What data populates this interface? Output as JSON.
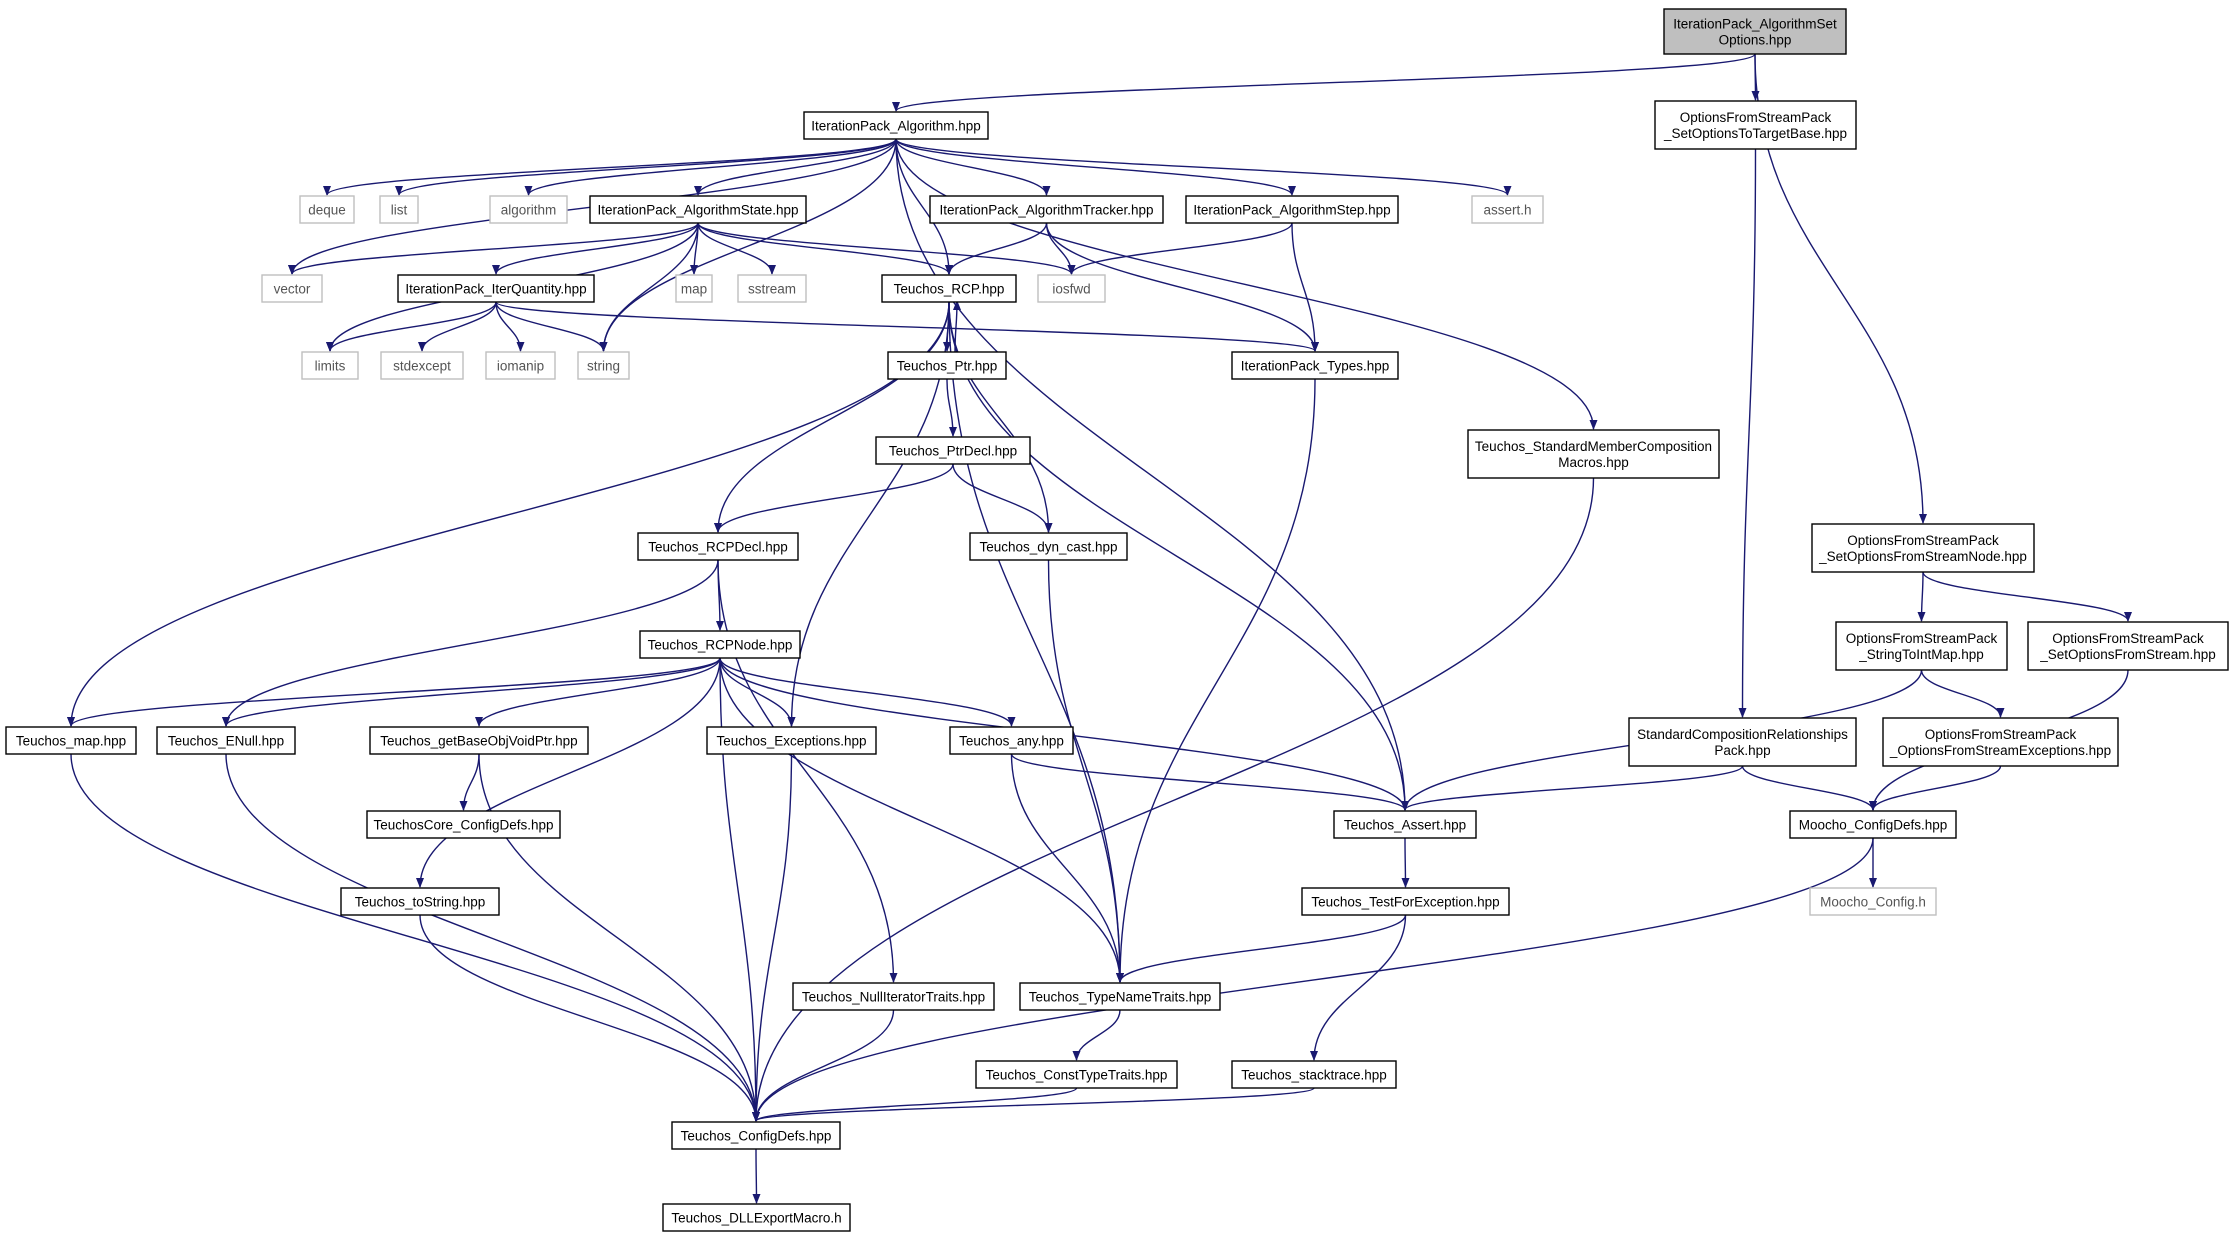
{
  "diagram": {
    "type": "include-dependency-graph",
    "colors": {
      "edge": "#191970",
      "node_border": "#000000",
      "external_border": "#bfbfbf",
      "root_fill": "#bfbfbf"
    },
    "nodes": [
      {
        "id": "root",
        "lines": [
          "IterationPack_AlgorithmSet",
          "Options.hpp"
        ],
        "style": "root"
      },
      {
        "id": "algorithm",
        "lines": [
          "IterationPack_Algorithm.hpp"
        ]
      },
      {
        "id": "ofs_target",
        "lines": [
          "OptionsFromStreamPack",
          "_SetOptionsToTargetBase.hpp"
        ]
      },
      {
        "id": "deque",
        "lines": [
          "deque"
        ],
        "style": "external"
      },
      {
        "id": "list",
        "lines": [
          "list"
        ],
        "style": "external"
      },
      {
        "id": "algorithm_h",
        "lines": [
          "algorithm"
        ],
        "style": "external"
      },
      {
        "id": "algstate",
        "lines": [
          "IterationPack_AlgorithmState.hpp"
        ]
      },
      {
        "id": "algtracker",
        "lines": [
          "IterationPack_AlgorithmTracker.hpp"
        ]
      },
      {
        "id": "algstep",
        "lines": [
          "IterationPack_AlgorithmStep.hpp"
        ]
      },
      {
        "id": "assert_h",
        "lines": [
          "assert.h"
        ],
        "style": "external"
      },
      {
        "id": "vector",
        "lines": [
          "vector"
        ],
        "style": "external"
      },
      {
        "id": "map_h",
        "lines": [
          "map"
        ],
        "style": "external"
      },
      {
        "id": "sstream",
        "lines": [
          "sstream"
        ],
        "style": "external"
      },
      {
        "id": "rcp",
        "lines": [
          "Teuchos_RCP.hpp"
        ]
      },
      {
        "id": "iosfwd",
        "lines": [
          "iosfwd"
        ],
        "style": "external"
      },
      {
        "id": "iterqty",
        "lines": [
          "IterationPack_IterQuantity.hpp"
        ]
      },
      {
        "id": "limits",
        "lines": [
          "limits"
        ],
        "style": "external"
      },
      {
        "id": "stdexcept",
        "lines": [
          "stdexcept"
        ],
        "style": "external"
      },
      {
        "id": "iomanip",
        "lines": [
          "iomanip"
        ],
        "style": "external"
      },
      {
        "id": "string",
        "lines": [
          "string"
        ],
        "style": "external"
      },
      {
        "id": "ptr",
        "lines": [
          "Teuchos_Ptr.hpp"
        ]
      },
      {
        "id": "ittypes",
        "lines": [
          "IterationPack_Types.hpp"
        ]
      },
      {
        "id": "stdmember",
        "lines": [
          "Teuchos_StandardMemberComposition",
          "Macros.hpp"
        ]
      },
      {
        "id": "ptrdecl",
        "lines": [
          "Teuchos_PtrDecl.hpp"
        ]
      },
      {
        "id": "rcpdecl",
        "lines": [
          "Teuchos_RCPDecl.hpp"
        ]
      },
      {
        "id": "dyncast",
        "lines": [
          "Teuchos_dyn_cast.hpp"
        ]
      },
      {
        "id": "ofs_node",
        "lines": [
          "OptionsFromStreamPack",
          "_SetOptionsFromStreamNode.hpp"
        ]
      },
      {
        "id": "rcpnode",
        "lines": [
          "Teuchos_RCPNode.hpp"
        ]
      },
      {
        "id": "ofs_strmap",
        "lines": [
          "OptionsFromStreamPack",
          "_StringToIntMap.hpp"
        ]
      },
      {
        "id": "ofs_setopt",
        "lines": [
          "OptionsFromStreamPack",
          "_SetOptionsFromStream.hpp"
        ]
      },
      {
        "id": "tmap",
        "lines": [
          "Teuchos_map.hpp"
        ]
      },
      {
        "id": "enull",
        "lines": [
          "Teuchos_ENull.hpp"
        ]
      },
      {
        "id": "getbase",
        "lines": [
          "Teuchos_getBaseObjVoidPtr.hpp"
        ]
      },
      {
        "id": "exceptions",
        "lines": [
          "Teuchos_Exceptions.hpp"
        ]
      },
      {
        "id": "any",
        "lines": [
          "Teuchos_any.hpp"
        ]
      },
      {
        "id": "stdcomp",
        "lines": [
          "StandardCompositionRelationships",
          "Pack.hpp"
        ]
      },
      {
        "id": "ofs_exc",
        "lines": [
          "OptionsFromStreamPack",
          "_OptionsFromStreamExceptions.hpp"
        ]
      },
      {
        "id": "coreconfig",
        "lines": [
          "TeuchosCore_ConfigDefs.hpp"
        ]
      },
      {
        "id": "tassert",
        "lines": [
          "Teuchos_Assert.hpp"
        ]
      },
      {
        "id": "moochoconfig",
        "lines": [
          "Moocho_ConfigDefs.hpp"
        ]
      },
      {
        "id": "tostring",
        "lines": [
          "Teuchos_toString.hpp"
        ]
      },
      {
        "id": "testforexc",
        "lines": [
          "Teuchos_TestForException.hpp"
        ]
      },
      {
        "id": "moocho_h",
        "lines": [
          "Moocho_Config.h"
        ],
        "style": "external"
      },
      {
        "id": "nulliter",
        "lines": [
          "Teuchos_NullIteratorTraits.hpp"
        ]
      },
      {
        "id": "typename",
        "lines": [
          "Teuchos_TypeNameTraits.hpp"
        ]
      },
      {
        "id": "consttype",
        "lines": [
          "Teuchos_ConstTypeTraits.hpp"
        ]
      },
      {
        "id": "stacktrace",
        "lines": [
          "Teuchos_stacktrace.hpp"
        ]
      },
      {
        "id": "configdefs",
        "lines": [
          "Teuchos_ConfigDefs.hpp"
        ]
      },
      {
        "id": "dllexport",
        "lines": [
          "Teuchos_DLLExportMacro.h"
        ]
      }
    ],
    "edges": [
      [
        "root",
        "algorithm"
      ],
      [
        "root",
        "ofs_target"
      ],
      [
        "root",
        "ofs_node"
      ],
      [
        "algorithm",
        "deque"
      ],
      [
        "algorithm",
        "list"
      ],
      [
        "algorithm",
        "algorithm_h"
      ],
      [
        "algorithm",
        "vector"
      ],
      [
        "algorithm",
        "algstate"
      ],
      [
        "algorithm",
        "algtracker"
      ],
      [
        "algorithm",
        "algstep"
      ],
      [
        "algorithm",
        "assert_h"
      ],
      [
        "algorithm",
        "rcp"
      ],
      [
        "algorithm",
        "string"
      ],
      [
        "algorithm",
        "tassert"
      ],
      [
        "algorithm",
        "stdmember"
      ],
      [
        "algstate",
        "vector"
      ],
      [
        "algstate",
        "limits"
      ],
      [
        "algstate",
        "iterqty"
      ],
      [
        "algstate",
        "map_h"
      ],
      [
        "algstate",
        "sstream"
      ],
      [
        "algstate",
        "string"
      ],
      [
        "algstate",
        "rcp"
      ],
      [
        "algstate",
        "iosfwd"
      ],
      [
        "algtracker",
        "rcp"
      ],
      [
        "algtracker",
        "iosfwd"
      ],
      [
        "algtracker",
        "ittypes"
      ],
      [
        "algstep",
        "iosfwd"
      ],
      [
        "algstep",
        "ittypes"
      ],
      [
        "iterqty",
        "limits"
      ],
      [
        "iterqty",
        "stdexcept"
      ],
      [
        "iterqty",
        "iomanip"
      ],
      [
        "iterqty",
        "string"
      ],
      [
        "iterqty",
        "ittypes"
      ],
      [
        "rcp",
        "ptr"
      ],
      [
        "rcp",
        "rcpdecl"
      ],
      [
        "rcp",
        "exceptions"
      ],
      [
        "rcp",
        "dyncast"
      ],
      [
        "rcp",
        "typename"
      ],
      [
        "rcp",
        "tassert"
      ],
      [
        "rcp",
        "tmap"
      ],
      [
        "ptr",
        "rcp"
      ],
      [
        "ptr",
        "ptrdecl"
      ],
      [
        "ptrdecl",
        "rcpdecl"
      ],
      [
        "ptrdecl",
        "dyncast"
      ],
      [
        "rcpdecl",
        "rcpnode"
      ],
      [
        "rcpdecl",
        "enull"
      ],
      [
        "rcpdecl",
        "nulliter"
      ],
      [
        "dyncast",
        "typename"
      ],
      [
        "ittypes",
        "typename"
      ],
      [
        "stdmember",
        "configdefs"
      ],
      [
        "ofs_target",
        "stdcomp"
      ],
      [
        "ofs_node",
        "ofs_strmap"
      ],
      [
        "ofs_node",
        "ofs_setopt"
      ],
      [
        "ofs_strmap",
        "tassert"
      ],
      [
        "ofs_strmap",
        "ofs_exc"
      ],
      [
        "ofs_setopt",
        "moochoconfig"
      ],
      [
        "ofs_exc",
        "moochoconfig"
      ],
      [
        "stdcomp",
        "tassert"
      ],
      [
        "stdcomp",
        "moochoconfig"
      ],
      [
        "rcpnode",
        "tmap"
      ],
      [
        "rcpnode",
        "enull"
      ],
      [
        "rcpnode",
        "getbase"
      ],
      [
        "rcpnode",
        "exceptions"
      ],
      [
        "rcpnode",
        "any"
      ],
      [
        "rcpnode",
        "tassert"
      ],
      [
        "rcpnode",
        "tostring"
      ],
      [
        "rcpnode",
        "typename"
      ],
      [
        "rcpnode",
        "configdefs"
      ],
      [
        "getbase",
        "coreconfig"
      ],
      [
        "getbase",
        "configdefs"
      ],
      [
        "exceptions",
        "configdefs"
      ],
      [
        "any",
        "tassert"
      ],
      [
        "any",
        "typename"
      ],
      [
        "tmap",
        "configdefs"
      ],
      [
        "enull",
        "configdefs"
      ],
      [
        "tostring",
        "configdefs"
      ],
      [
        "tassert",
        "testforexc"
      ],
      [
        "testforexc",
        "typename"
      ],
      [
        "testforexc",
        "stacktrace"
      ],
      [
        "moochoconfig",
        "moocho_h"
      ],
      [
        "moochoconfig",
        "configdefs"
      ],
      [
        "typename",
        "consttype"
      ],
      [
        "nulliter",
        "configdefs"
      ],
      [
        "consttype",
        "configdefs"
      ],
      [
        "stacktrace",
        "configdefs"
      ],
      [
        "configdefs",
        "dllexport"
      ]
    ]
  }
}
